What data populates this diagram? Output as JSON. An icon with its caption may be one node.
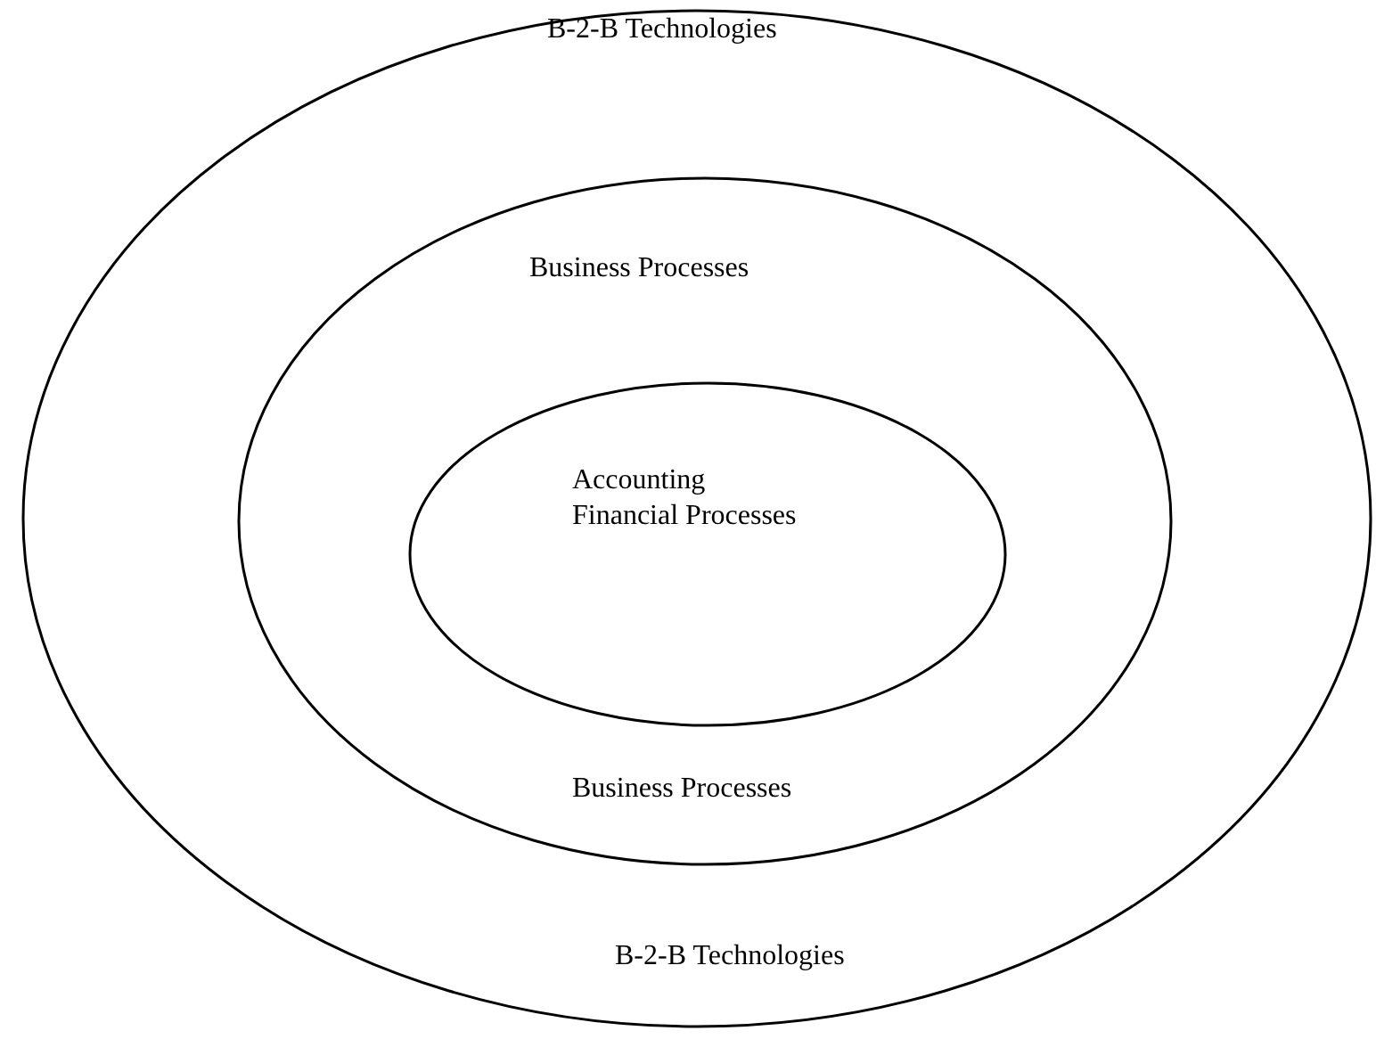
{
  "diagram": {
    "nodes": [
      {
        "text": [
          "B-2-B Technologies",
          "B-2-B Technologies"
        ]
      },
      {
        "text": [
          "Business Processes",
          "Business Processes"
        ],
        "in": 0
      },
      {
        "text": [
          "Accounting Financial Processes"
        ],
        "in": 1
      }
    ]
  }
}
